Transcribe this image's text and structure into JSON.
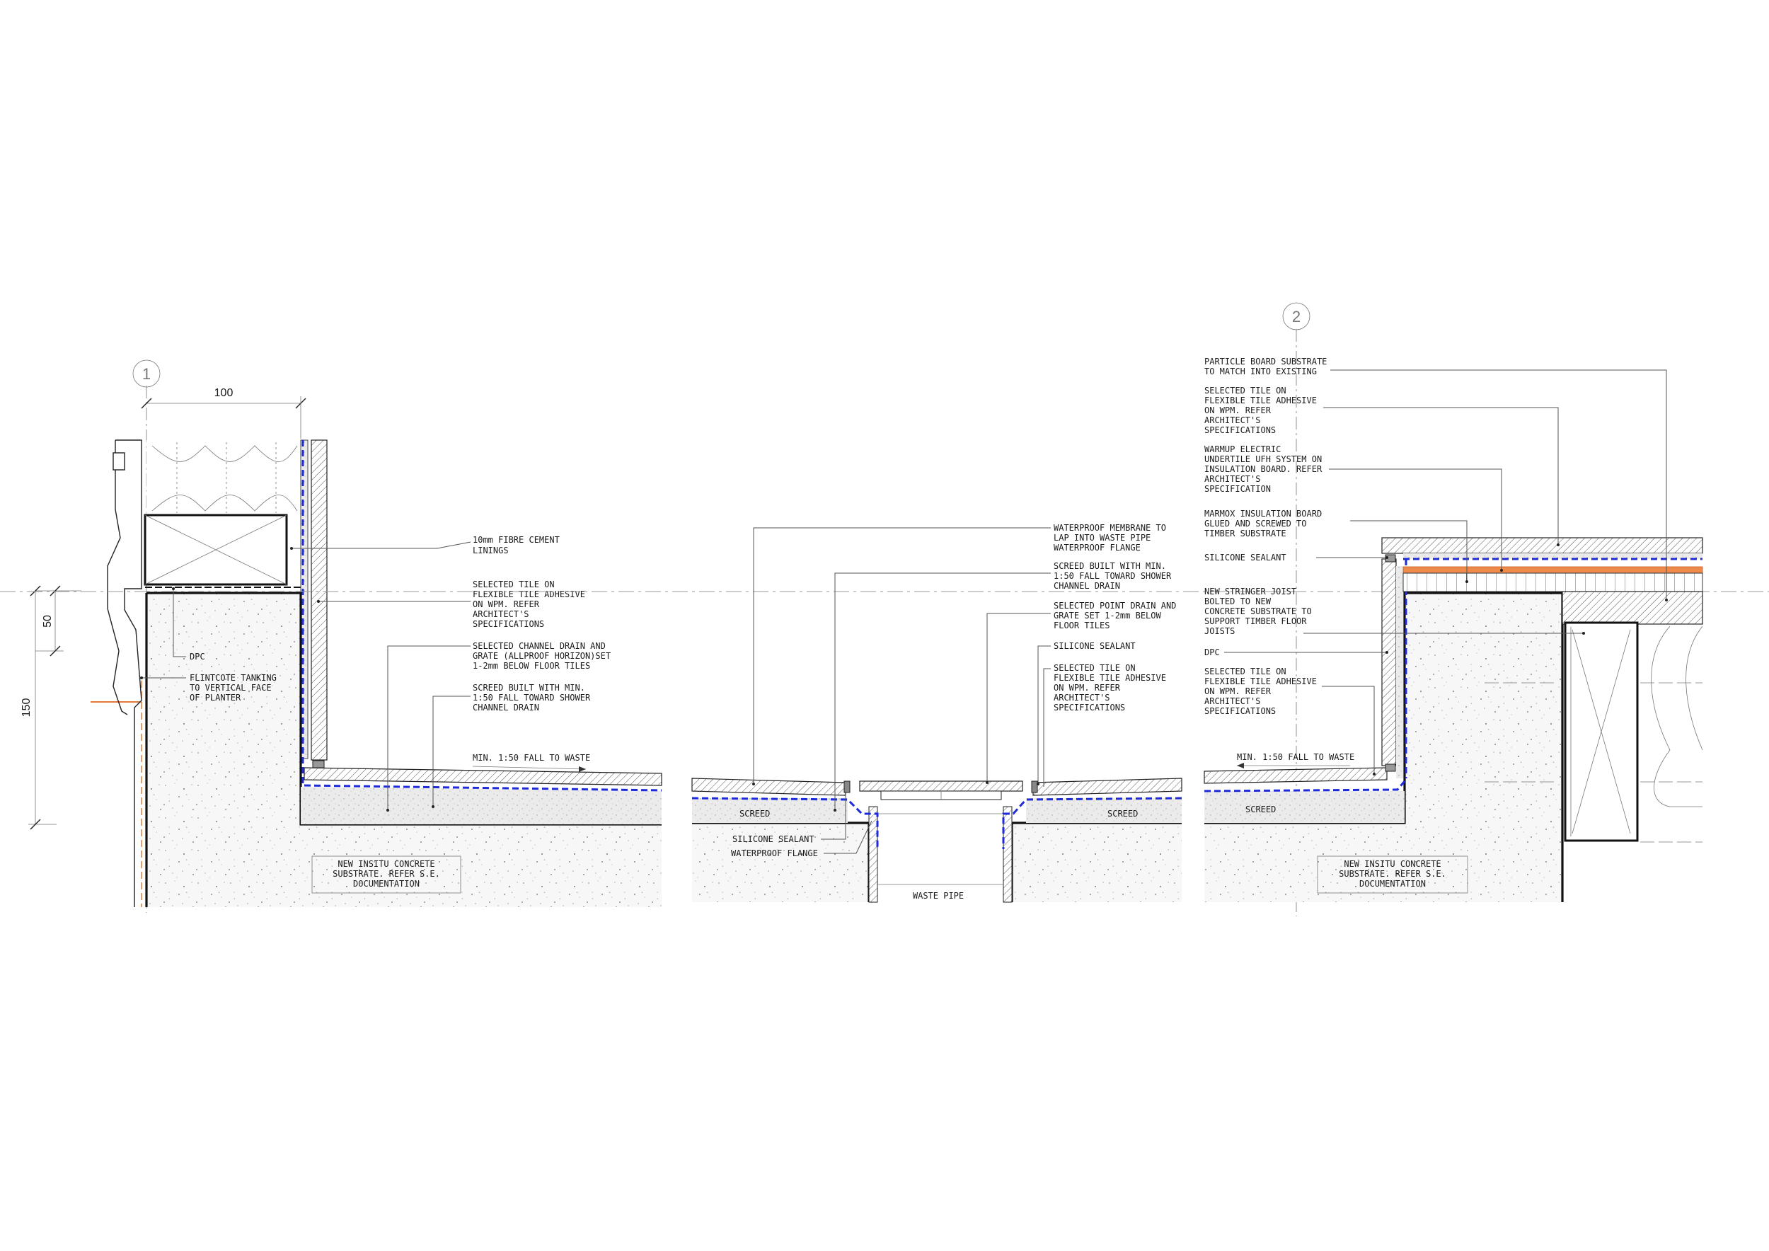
{
  "colors": {
    "waterproof_membrane": "#1f2bd6",
    "heating_element": "#f08a4b",
    "tanking": "#e07b3c"
  },
  "details": [
    {
      "number": "1"
    },
    {
      "number": "2"
    }
  ],
  "dimensions": {
    "width_100": "100",
    "height_50": "50",
    "height_150": "150"
  },
  "detail1": {
    "labels": [
      "10mm FIBRE CEMENT",
      "LININGS",
      "SELECTED TILE ON",
      "FLEXIBLE TILE ADHESIVE",
      "ON WPM. REFER",
      "ARCHITECT'S",
      "SPECIFICATIONS",
      "SELECTED CHANNEL DRAIN AND",
      "GRATE (ALLPROOF HORIZON)SET",
      "1-2mm BELOW FLOOR TILES",
      "SCREED BUILT WITH MIN.",
      "1:50 FALL TOWARD SHOWER",
      "CHANNEL DRAIN",
      "DPC",
      "FLINTCOTE TANKING",
      "TO VERTICAL FACE",
      "OF PLANTER"
    ],
    "fall_note": "MIN. 1:50 FALL TO WASTE",
    "substrate_note": [
      "NEW INSITU CONCRETE",
      "SUBSTRATE. REFER S.E.",
      "DOCUMENTATION"
    ]
  },
  "drain": {
    "labels": [
      "WATERPROOF MEMBRANE TO",
      "LAP INTO WASTE PIPE",
      "WATERPROOF FLANGE",
      "SCREED BUILT WITH MIN.",
      "1:50 FALL TOWARD SHOWER",
      "CHANNEL DRAIN",
      "SELECTED POINT DRAIN AND",
      "GRATE SET 1-2mm BELOW",
      "FLOOR TILES",
      "SILICONE SEALANT",
      "SELECTED TILE ON",
      "FLEXIBLE TILE ADHESIVE",
      "ON WPM. REFER",
      "ARCHITECT'S",
      "SPECIFICATIONS"
    ],
    "screed_left": "SCREED",
    "screed_right": "SCREED",
    "silicone_sealant": "SILICONE SEALANT",
    "waterproof_flange": "WATERPROOF FLANGE",
    "waste_pipe": "WASTE PIPE"
  },
  "detail2": {
    "labels": [
      "PARTICLE BOARD SUBSTRATE",
      "TO MATCH INTO EXISTING",
      "SELECTED TILE ON",
      "FLEXIBLE TILE ADHESIVE",
      "ON WPM. REFER",
      "ARCHITECT'S",
      "SPECIFICATIONS",
      "WARMUP ELECTRIC",
      "UNDERTILE UFH SYSTEM ON",
      "INSULATION BOARD. REFER",
      "ARCHITECT'S",
      "SPECIFICATION",
      "MARMOX INSULATION BOARD",
      "GLUED AND SCREWED TO",
      "TIMBER SUBSTRATE",
      "SILICONE SEALANT",
      "NEW STRINGER JOIST",
      "BOLTED TO NEW",
      "CONCRETE SUBSTRATE TO",
      "SUPPORT TIMBER FLOOR",
      "JOISTS",
      "DPC",
      "SELECTED TILE ON",
      "FLEXIBLE TILE ADHESIVE",
      "ON WPM. REFER",
      "ARCHITECT'S",
      "SPECIFICATIONS"
    ],
    "fall_note": "MIN. 1:50 FALL TO WASTE",
    "screed": "SCREED",
    "substrate_note": [
      "NEW INSITU CONCRETE",
      "SUBSTRATE. REFER S.E.",
      "DOCUMENTATION"
    ]
  }
}
